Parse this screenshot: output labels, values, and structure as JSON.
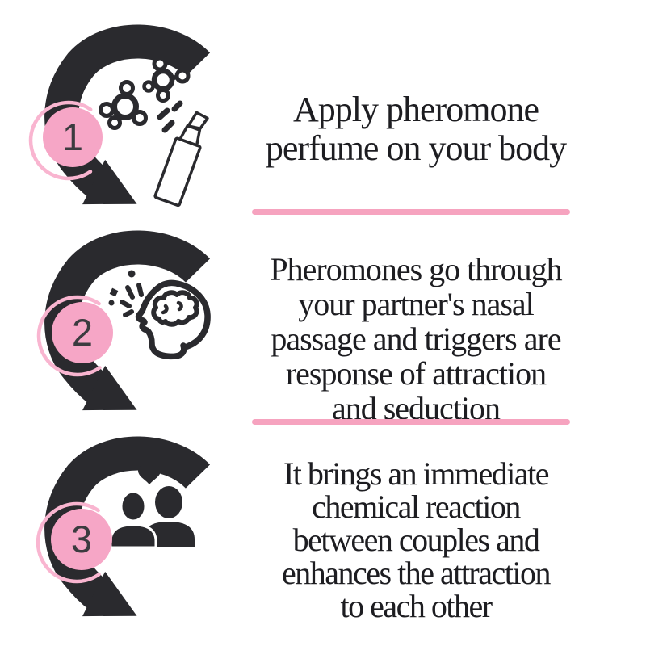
{
  "infographic": {
    "type": "pheromone-perfume-usage-steps",
    "dividers_count": 2,
    "colors": {
      "ink": "#2a2a2e",
      "text": "#1d1d21",
      "badge_pink": "#f6a6c6",
      "ring_pink": "#f9b5d0",
      "divider_pink": "#f6a3bf",
      "number_color": "#3b3b3f",
      "background": "#ffffff"
    },
    "steps": [
      {
        "number": "1",
        "icon_names": [
          "curved-arrow-icon",
          "step-badge",
          "molecules-icon",
          "spray-dashes-icon",
          "spray-bottle-icon"
        ],
        "lines": [
          "Apply pheromone",
          "perfume on your body"
        ]
      },
      {
        "number": "2",
        "icon_names": [
          "curved-arrow-icon",
          "step-badge",
          "scent-particles-icon",
          "head-brain-icon"
        ],
        "lines": [
          "Pheromones go through",
          "your partner's nasal",
          "passage and triggers are",
          "response of attraction",
          "and seduction"
        ]
      },
      {
        "number": "3",
        "icon_names": [
          "curved-arrow-icon",
          "step-badge",
          "heart-icon",
          "couple-icon"
        ],
        "lines": [
          "It brings an immediate",
          "chemical reaction",
          "between couples and",
          "enhances the attraction",
          "to each other"
        ]
      }
    ]
  }
}
